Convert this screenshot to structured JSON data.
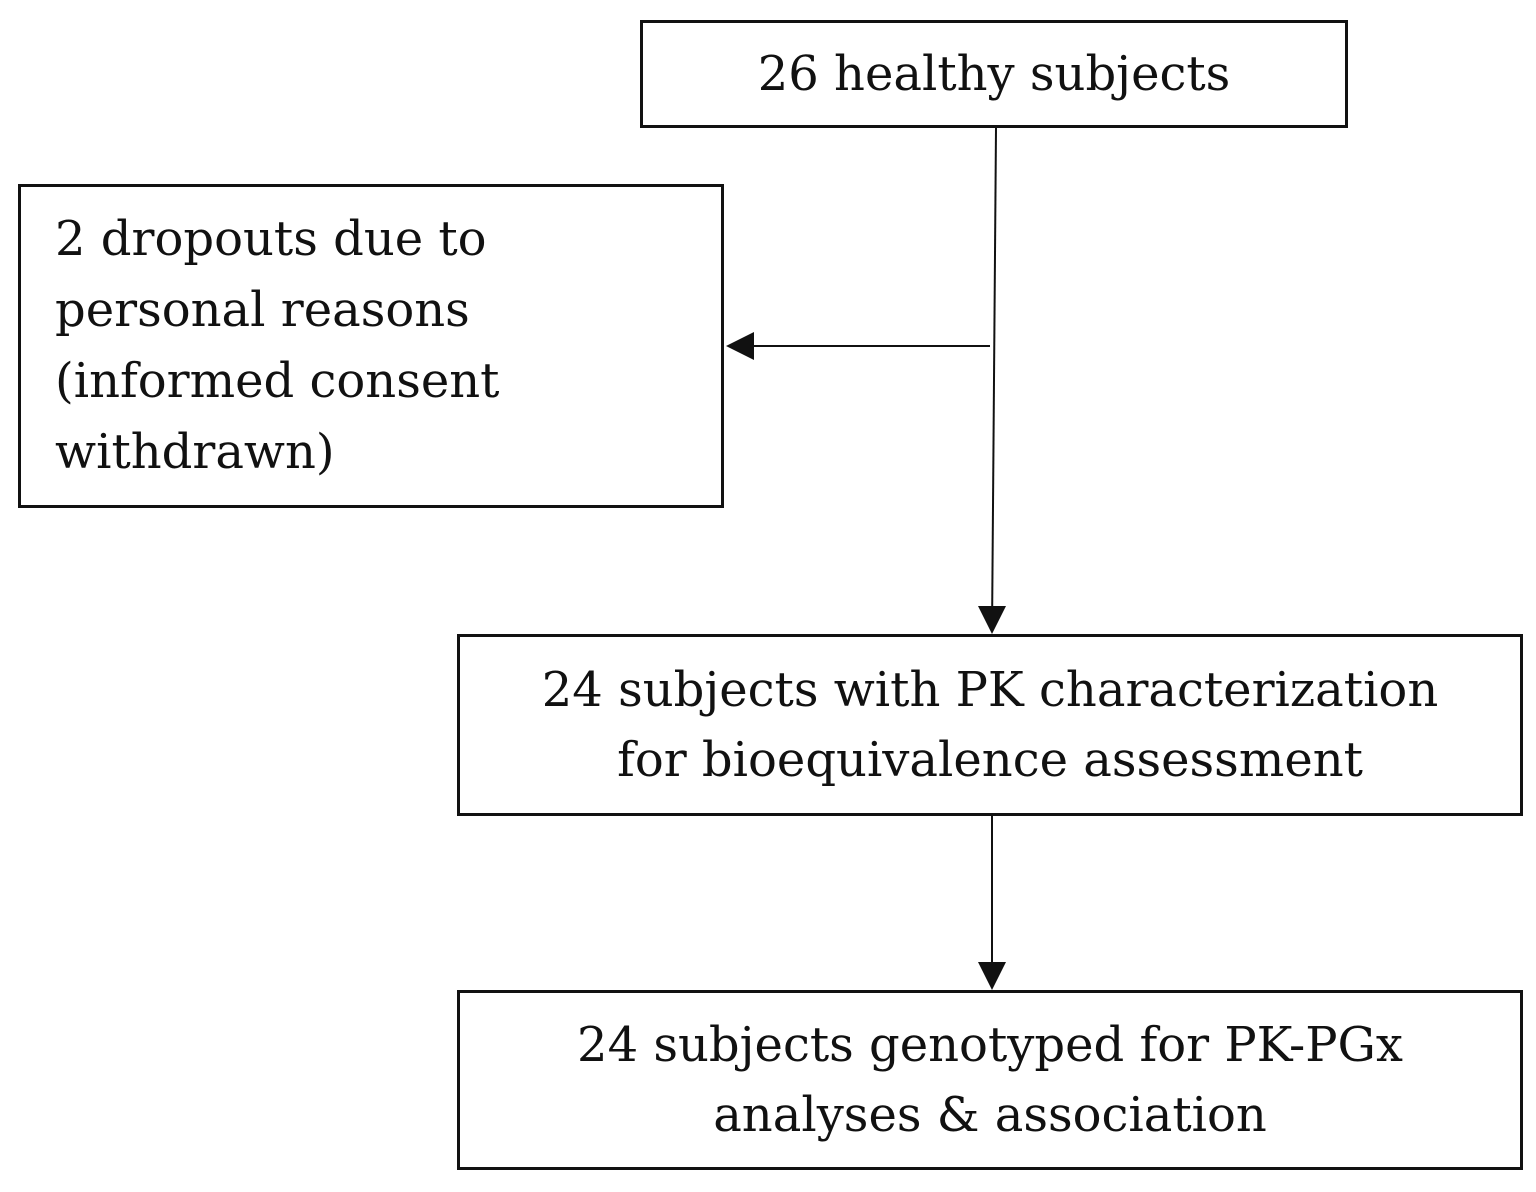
{
  "diagram": {
    "boxes": {
      "enrolled": {
        "lines": [
          "26 healthy subjects"
        ]
      },
      "dropouts": {
        "lines": [
          "2 dropouts due to",
          "personal reasons",
          "(informed consent",
          "withdrawn)"
        ]
      },
      "pk": {
        "lines": [
          "24 subjects with PK characterization",
          "for bioequivalence assessment"
        ]
      },
      "pgx": {
        "lines": [
          "24 subjects genotyped for PK-PGx",
          "analyses & association"
        ]
      }
    },
    "colors": {
      "stroke": "#111111",
      "background": "#ffffff"
    }
  }
}
